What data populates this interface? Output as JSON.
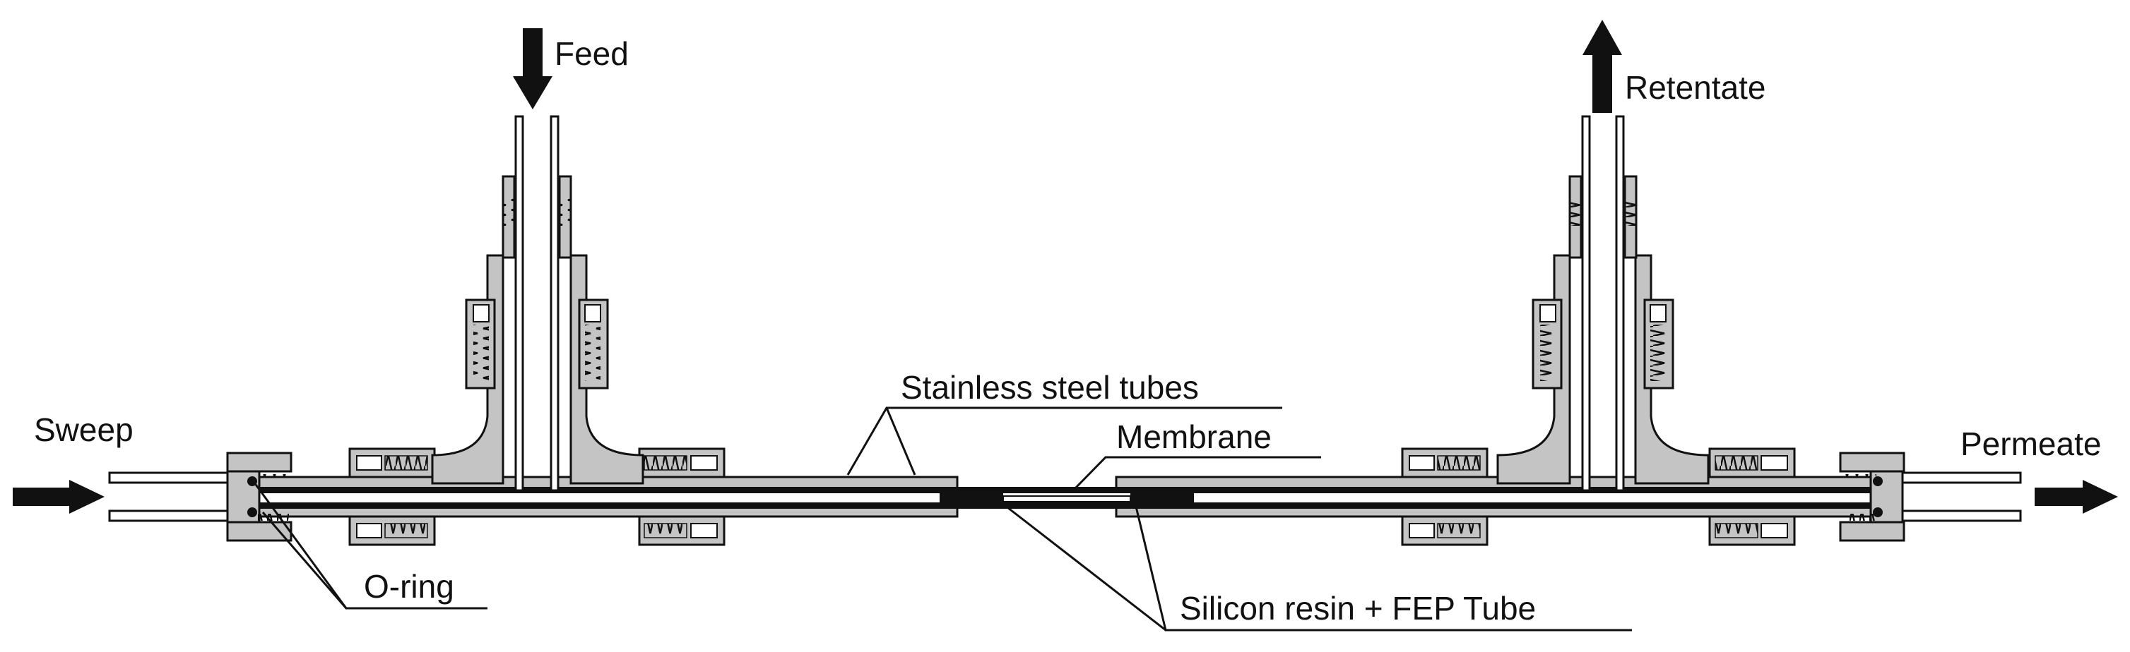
{
  "labels": {
    "feed": "Feed",
    "retentate": "Retentate",
    "sweep": "Sweep",
    "permeate": "Permeate",
    "stainless": "Stainless steel tubes",
    "membrane": "Membrane",
    "oring": "O-ring",
    "silicon": "Silicon resin + FEP Tube"
  },
  "colors": {
    "stroke": "#111111",
    "body_fill": "#c4c4c4",
    "background": "#ffffff"
  }
}
